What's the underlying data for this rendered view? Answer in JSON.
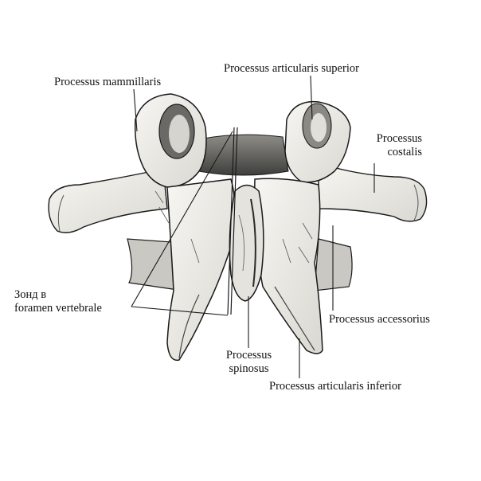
{
  "colors": {
    "ink": "#1a1a1a",
    "bone": "#f2f1ec",
    "shade": "#bdbcb6",
    "dark": "#4a4a46",
    "background": "#ffffff"
  },
  "labels": {
    "processus_mammillaris": "Processus mammillaris",
    "processus_articularis_superior": "Processus articularis superior",
    "processus_costalis_line1": "Processus",
    "processus_costalis_line2": "costalis",
    "zond_line1": "Зонд в",
    "zond_line2": "foramen vertebrale",
    "processus_accessorius": "Processus accessorius",
    "processus_spinosus_line1": "Processus",
    "processus_spinosus_line2": "spinosus",
    "processus_articularis_inferior": "Processus articularis inferior"
  }
}
